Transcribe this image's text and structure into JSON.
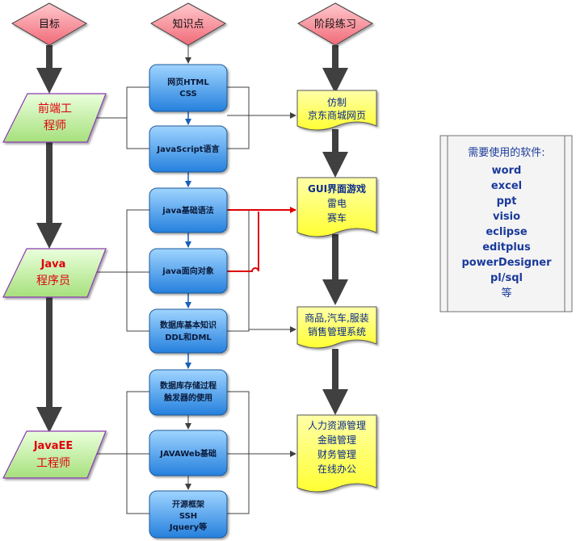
{
  "headers": {
    "goal": "目标",
    "knowledge": "知识点",
    "practice": "阶段练习"
  },
  "goals": [
    {
      "lines": [
        "前端工",
        "程师"
      ]
    },
    {
      "lines": [
        "Java",
        "程序员"
      ]
    },
    {
      "lines": [
        "JavaEE",
        "工程师"
      ]
    }
  ],
  "knowledge": [
    {
      "lines": [
        "网页HTML",
        "CSS"
      ]
    },
    {
      "lines": [
        "JavaScript语言"
      ]
    },
    {
      "lines": [
        "java基础语法"
      ]
    },
    {
      "lines": [
        "java面向对象"
      ]
    },
    {
      "lines": [
        "数据库基本知识",
        "DDL和DML"
      ]
    },
    {
      "lines": [
        "数据库存储过程",
        "触发器的使用"
      ]
    },
    {
      "lines": [
        "JAVAWeb基础"
      ]
    },
    {
      "lines": [
        "开源框架",
        "SSH",
        "Jquery等"
      ]
    }
  ],
  "practice": [
    {
      "lines": [
        "仿制",
        "京东商城网页"
      ]
    },
    {
      "lines": [
        "GUI界面游戏",
        "雷电",
        "赛车"
      ]
    },
    {
      "lines": [
        "商品,汽车,服装",
        "销售管理系统"
      ]
    },
    {
      "lines": [
        "人力资源管理",
        "金融管理",
        "财务管理",
        "在线办公"
      ]
    }
  ],
  "software": {
    "title": "需要使用的软件:",
    "items": [
      "word",
      "excel",
      "ppt",
      "visio",
      "eclipse",
      "editplus",
      "powerDesigner",
      "pl/sql"
    ],
    "etc": "等"
  },
  "colors": {
    "header_fill": "#f7a0a8",
    "goal_fill": "#c8f0a8",
    "goal_text": "#e0000c",
    "knowledge_fill": "#3b9ae6",
    "practice_fill": "#ffff55",
    "thick_arrow": "#404040",
    "blue_arrow": "#1a5fb8",
    "red_line": "#e00000",
    "software_border": "#707070"
  }
}
